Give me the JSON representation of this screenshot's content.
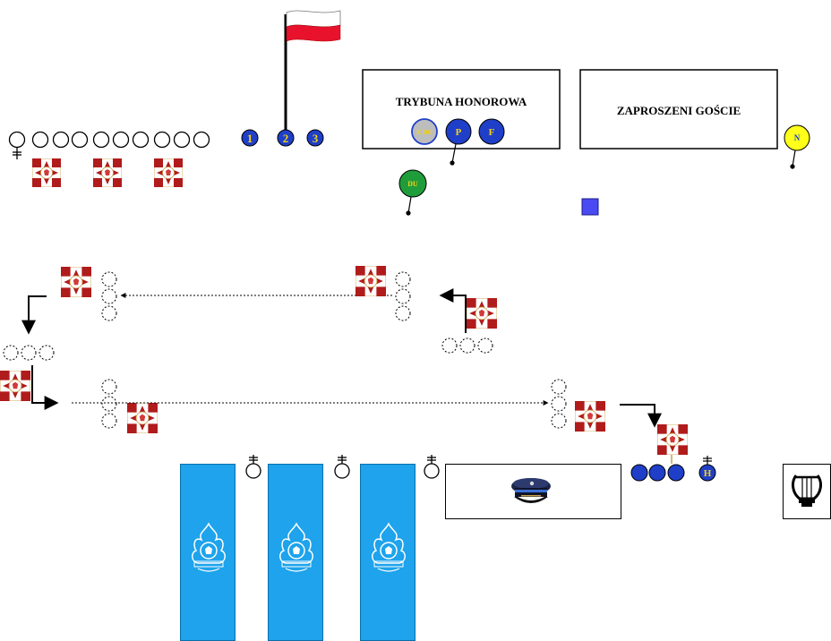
{
  "stand": {
    "title": "TRYBUNA HONOROWA"
  },
  "guests": {
    "title": "ZAPROSZENI GOŚCIE"
  },
  "markers": {
    "m1": "1",
    "m2": "2",
    "m3": "3",
    "kdo": "K DO",
    "p": "P",
    "f": "F",
    "du": "DU",
    "n": "N",
    "h": "H"
  },
  "colors": {
    "marker_blue": "#1f3fc8",
    "marker_gray": "#bdbdbd",
    "marker_green": "#1f9d3a",
    "marker_yellow": "#ffff1a",
    "marker_text": "#f2d21a",
    "flag_white": "#ffffff",
    "flag_red": "#e8122d",
    "banner_blue": "#1ea3ec",
    "emblem_red": "#b01b1b",
    "square_blue": "#4a4af2"
  },
  "icons": [
    "polish-flag-icon",
    "military-cross-flag-icon",
    "person-circle-icon",
    "leader-symbol-icon",
    "dashed-person-icon",
    "arrow-icon",
    "fire-brigade-banner-icon",
    "officer-cap-icon",
    "lyre-icon"
  ]
}
